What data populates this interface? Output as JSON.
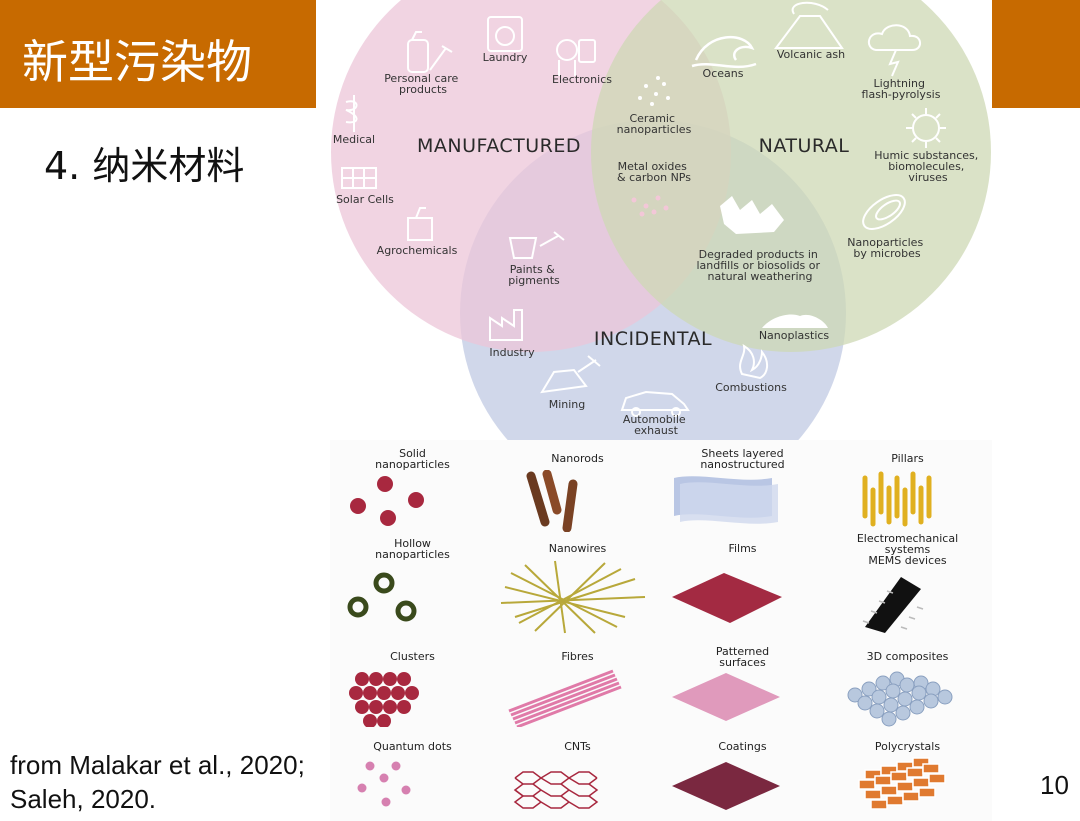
{
  "slide": {
    "title": "新型污染物",
    "subtitle": "4. 纳米材料",
    "citation": [
      "from Malakar et al., 2020;",
      "Saleh, 2020."
    ],
    "page_number": "10"
  },
  "venn": {
    "manufactured": {
      "heading": "MANUFACTURED",
      "items": {
        "personal_care": [
          "Personal care",
          "products"
        ],
        "laundry": [
          "Laundry"
        ],
        "electronics": [
          "Electronics"
        ],
        "medical": [
          "Medical"
        ],
        "solar_cells": [
          "Solar Cells"
        ],
        "agrochemicals": [
          "Agrochemicals"
        ]
      }
    },
    "natural": {
      "heading": "NATURAL",
      "items": {
        "oceans": [
          "Oceans"
        ],
        "volcanic_ash": [
          "Volcanic ash"
        ],
        "lightning": [
          "Lightning",
          "flash-pyrolysis"
        ],
        "humic": [
          "Humic substances,",
          "biomolecules,",
          "viruses"
        ],
        "microbes": [
          "Nanoparticles",
          "by microbes"
        ]
      }
    },
    "incidental": {
      "heading": "INCIDENTAL",
      "items": {
        "industry": [
          "Industry"
        ],
        "nanoplastics": [
          "Nanoplastics"
        ],
        "combustions": [
          "Combustions"
        ],
        "mining": [
          "Mining"
        ],
        "automobile": [
          "Automobile",
          "exhaust"
        ]
      }
    },
    "overlaps": {
      "ceramic": [
        "Ceramic",
        "nanoparticles"
      ],
      "metal_oxides": [
        "Metal oxides",
        "& carbon NPs"
      ],
      "paints": [
        "Paints &",
        "pigments"
      ],
      "degraded": [
        "Degraded products in",
        "landfills or biosolids or",
        "natural weathering"
      ]
    }
  },
  "nano_types": [
    {
      "label": [
        "Solid",
        "nanoparticles"
      ],
      "icon": "solid-nanoparticles-icon"
    },
    {
      "label": [
        "Nanorods"
      ],
      "icon": "nanorods-icon"
    },
    {
      "label": [
        "Sheets layered",
        "nanostructured"
      ],
      "icon": "sheets-icon"
    },
    {
      "label": [
        "Pillars"
      ],
      "icon": "pillars-icon"
    },
    {
      "label": [
        "Hollow",
        "nanoparticles"
      ],
      "icon": "hollow-nanoparticles-icon"
    },
    {
      "label": [
        "Nanowires"
      ],
      "icon": "nanowires-icon"
    },
    {
      "label": [
        "Films"
      ],
      "icon": "films-icon"
    },
    {
      "label": [
        "Electromechanical",
        "systems",
        "MEMS devices"
      ],
      "icon": "mems-icon"
    },
    {
      "label": [
        "Clusters"
      ],
      "icon": "clusters-icon"
    },
    {
      "label": [
        "Fibres"
      ],
      "icon": "fibres-icon"
    },
    {
      "label": [
        "Patterned",
        "surfaces"
      ],
      "icon": "patterned-surfaces-icon"
    },
    {
      "label": [
        "3D composites"
      ],
      "icon": "3d-composites-icon"
    },
    {
      "label": [
        "Quantum dots"
      ],
      "icon": "quantum-dots-icon"
    },
    {
      "label": [
        "CNTs"
      ],
      "icon": "cnts-icon"
    },
    {
      "label": [
        "Coatings"
      ],
      "icon": "coatings-icon"
    },
    {
      "label": [
        "Polycrystals"
      ],
      "icon": "polycrystals-icon"
    }
  ],
  "colors": {
    "accent": "#c76a00",
    "manufactured_circle": "#ecc6d8",
    "natural_circle": "#cdd8b4",
    "incidental_circle": "#c8d0e6",
    "nanoparticle_red": "#a8283f"
  }
}
